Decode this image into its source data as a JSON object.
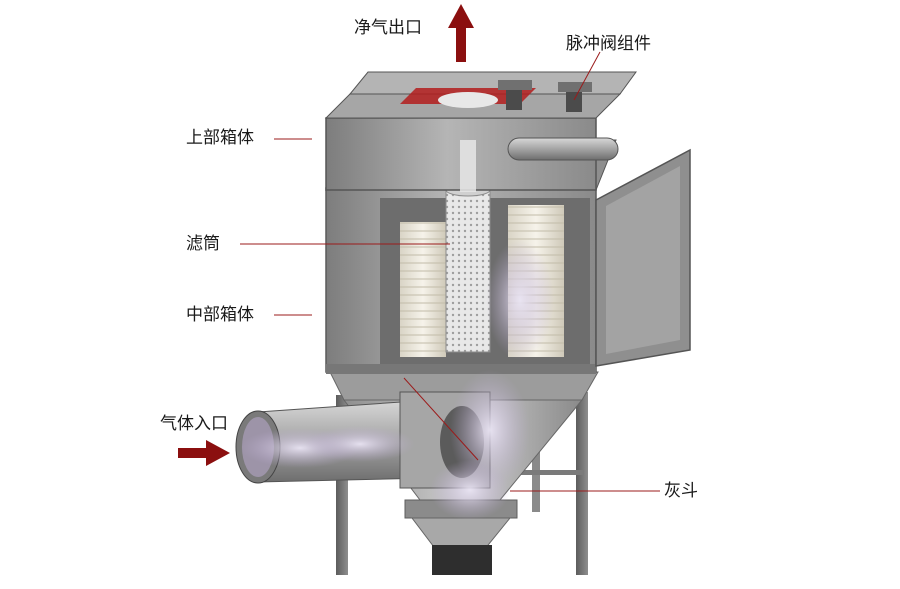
{
  "labels": {
    "clean_outlet": "净气出口",
    "pulse_valve": "脉冲阀组件",
    "upper_box": "上部箱体",
    "filter": "滤筒",
    "middle_box": "中部箱体",
    "gas_inlet": "气体入口",
    "ash_hopper": "灰斗"
  },
  "colors": {
    "arrow": "#8b0f0f",
    "leader": "#9b1b1b",
    "steel": "#9a9a9a"
  }
}
